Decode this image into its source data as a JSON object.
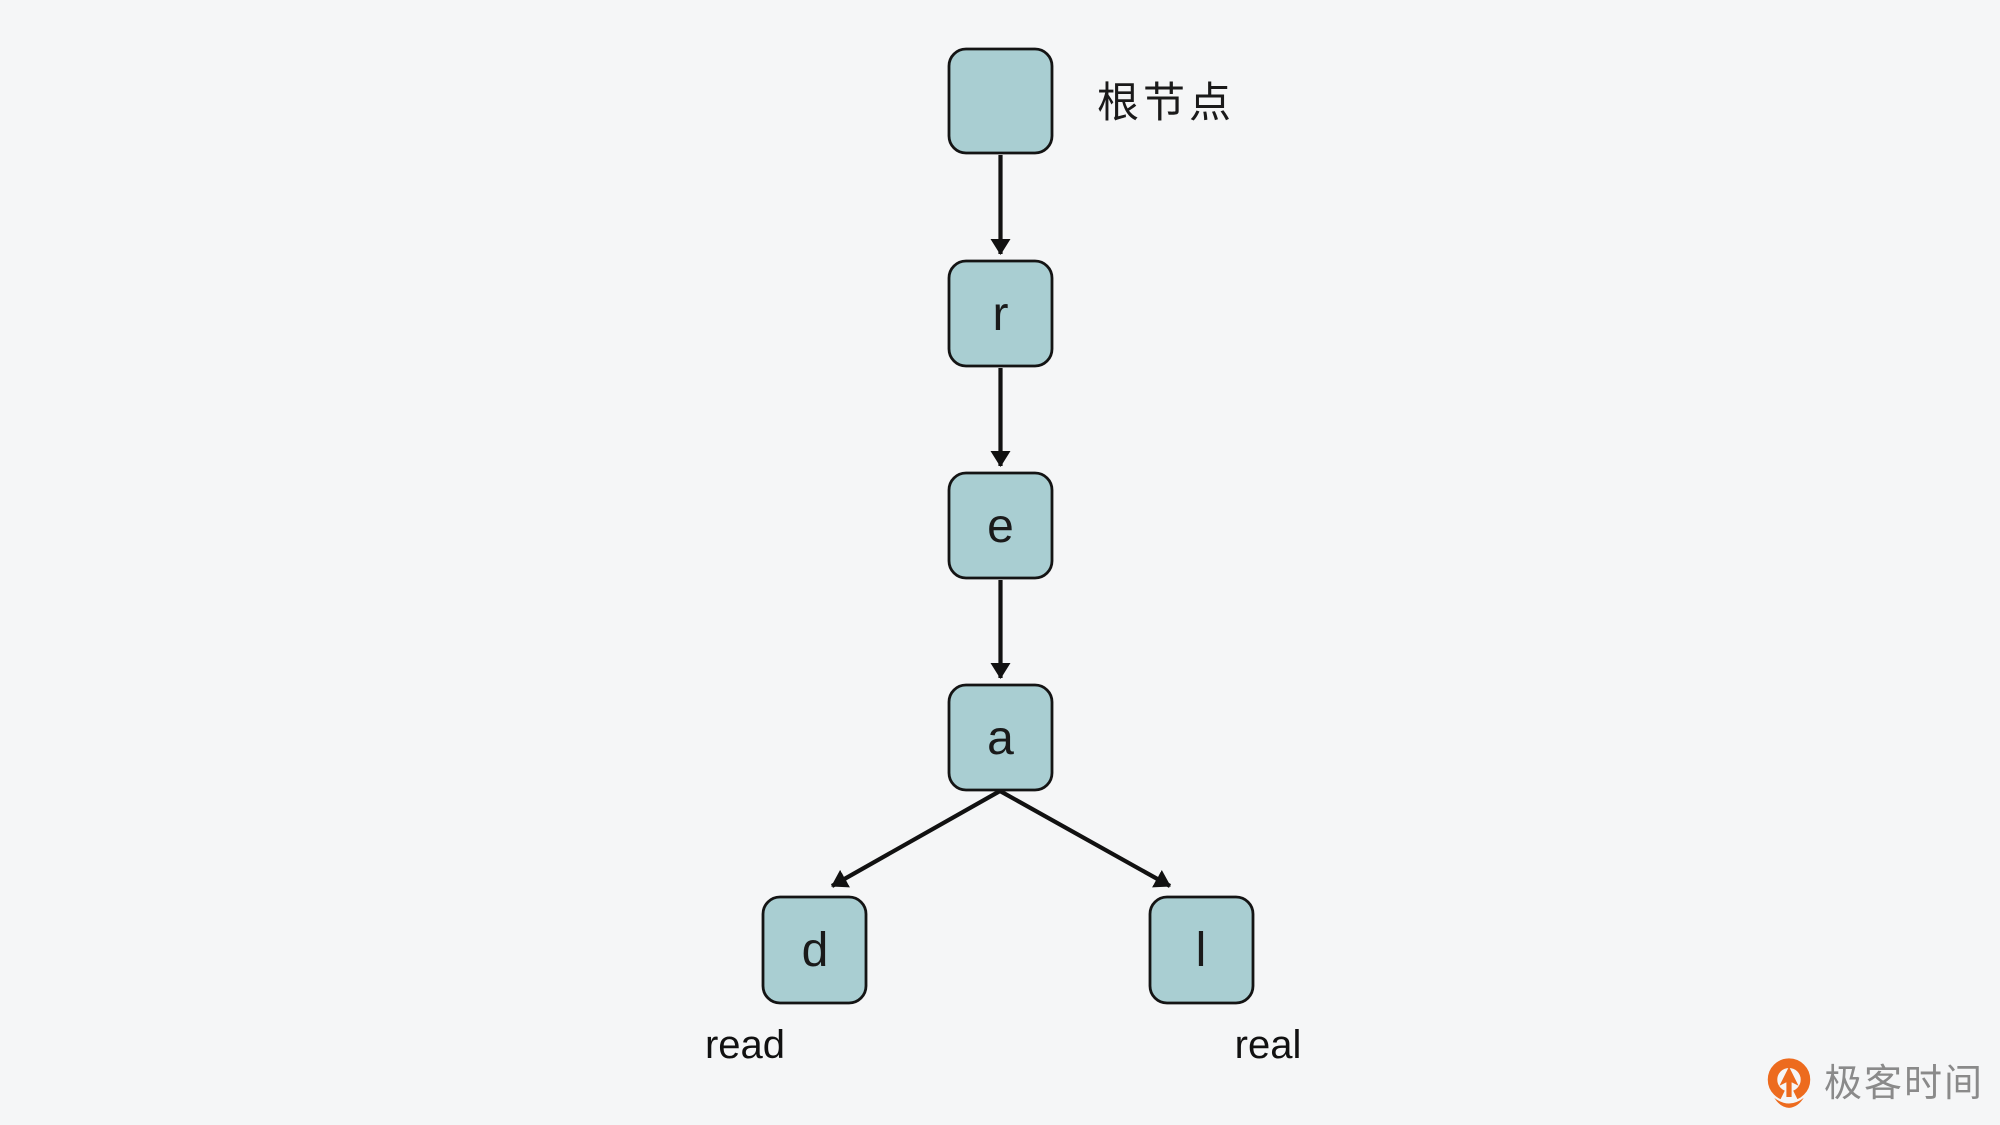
{
  "diagram": {
    "type": "trie",
    "root_annotation": "根节点",
    "nodes": [
      {
        "id": "root",
        "label": ""
      },
      {
        "id": "r",
        "label": "r"
      },
      {
        "id": "e",
        "label": "e"
      },
      {
        "id": "a",
        "label": "a"
      },
      {
        "id": "d",
        "label": "d"
      },
      {
        "id": "l",
        "label": "l"
      }
    ],
    "edges": [
      {
        "from": "root",
        "to": "r"
      },
      {
        "from": "r",
        "to": "e"
      },
      {
        "from": "e",
        "to": "a"
      },
      {
        "from": "a",
        "to": "d"
      },
      {
        "from": "a",
        "to": "l"
      }
    ],
    "words": [
      "read",
      "real"
    ]
  },
  "branding": {
    "logo_text": "极客时间"
  },
  "colors": {
    "background": "#F5F6F7",
    "node_fill": "#A9CED2",
    "node_border": "#141414",
    "edge": "#111111",
    "text": "#1A1A1A",
    "logo_orange": "#ED6B1E",
    "logo_text_gray": "#8A8A8A"
  }
}
